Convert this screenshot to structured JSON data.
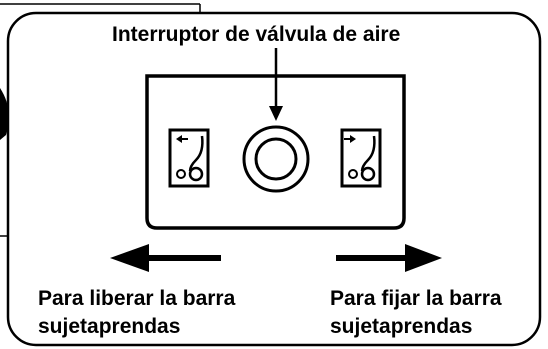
{
  "title": "Interruptor de válvula de aire",
  "release": {
    "line1": "Para liberar la barra",
    "line2": "sujetaprendas"
  },
  "lock": {
    "line1": "Para fijar la barra",
    "line2": "sujetaprendas"
  },
  "colors": {
    "ink": "#000000",
    "background": "#ffffff"
  },
  "icons": [
    "release-direction-icon",
    "air-valve-switch-icon",
    "lock-direction-icon",
    "left-arrow-icon",
    "right-arrow-icon"
  ]
}
